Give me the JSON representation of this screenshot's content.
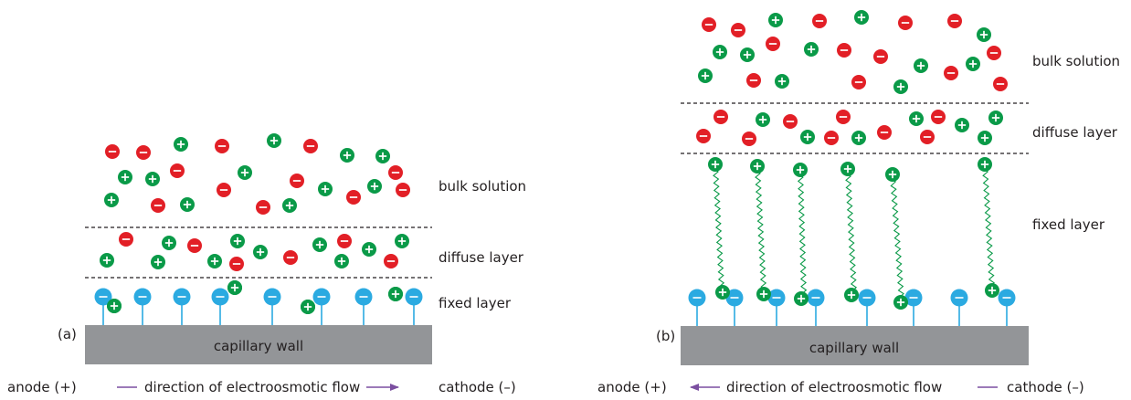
{
  "colors": {
    "positive_ion": "#0a9a48",
    "negative_ion": "#e21f26",
    "surface_charge": "#2baae1",
    "wall": "#939598",
    "flow_arrow": "#7b4fa0",
    "dashed_line": "#231f20",
    "chain": "#0a9a48"
  },
  "symbols": {
    "plus": "+",
    "minus": "−"
  },
  "panel_a": {
    "tag": "(a)",
    "wall_label": "capillary wall",
    "layers": {
      "bulk": "bulk solution",
      "diffuse": "diffuse layer",
      "fixed": "fixed layer"
    },
    "flow": {
      "anode": "anode (+)",
      "text": "direction of electroosmotic flow",
      "cathode": "cathode (–)",
      "arrow_direction": "toward cathode"
    }
  },
  "panel_b": {
    "tag": "(b)",
    "wall_label": "capillary wall",
    "layers": {
      "bulk": "bulk solution",
      "diffuse": "diffuse layer",
      "fixed": "fixed layer"
    },
    "flow": {
      "anode": "anode (+)",
      "text": "direction of electroosmotic flow",
      "cathode": "cathode (–)",
      "arrow_direction": "toward anode"
    }
  }
}
